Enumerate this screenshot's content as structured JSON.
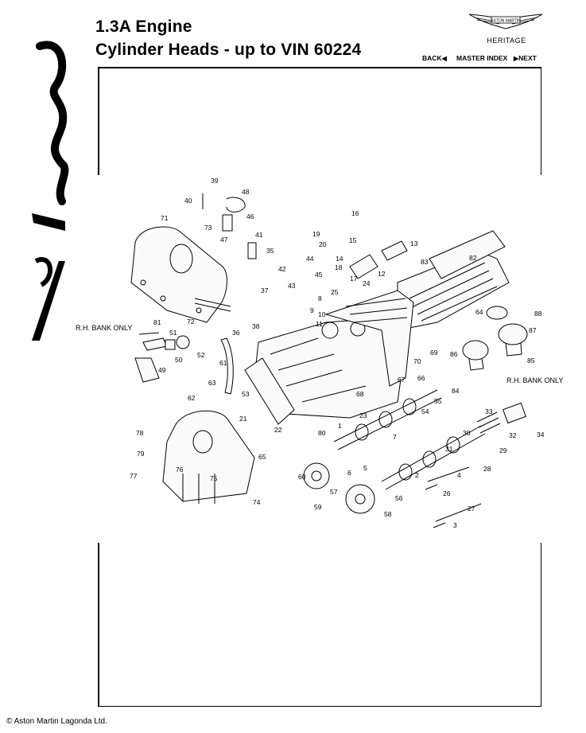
{
  "header": {
    "title_line1": "1.3A Engine",
    "title_line2": "Cylinder Heads - up to VIN 60224"
  },
  "brand": {
    "emblem_text": "ASTON MARTIN",
    "heritage": "HERITAGE",
    "side_logo_icon": "virage-script-logo"
  },
  "nav": {
    "back": "BACK",
    "master_index": "MASTER INDEX",
    "next": "NEXT"
  },
  "diagram": {
    "notes": [
      "R.H. BANK ONLY",
      "R.H. BANK ONLY"
    ],
    "callouts": [
      "1",
      "2",
      "3",
      "4",
      "5",
      "6",
      "7",
      "8",
      "9",
      "10",
      "11",
      "12",
      "13",
      "14",
      "15",
      "16",
      "17",
      "18",
      "19",
      "20",
      "21",
      "22",
      "23",
      "24",
      "25",
      "26",
      "27",
      "28",
      "29",
      "30",
      "31",
      "32",
      "33",
      "34",
      "35",
      "36",
      "37",
      "38",
      "39",
      "40",
      "41",
      "42",
      "43",
      "44",
      "45",
      "46",
      "47",
      "48",
      "49",
      "50",
      "51",
      "52",
      "53",
      "54",
      "55",
      "56",
      "57",
      "58",
      "59",
      "60",
      "61",
      "62",
      "63",
      "64",
      "65",
      "66",
      "67",
      "68",
      "69",
      "70",
      "71",
      "72",
      "73",
      "74",
      "75",
      "76",
      "77",
      "78",
      "79",
      "80",
      "81",
      "82",
      "83",
      "84",
      "85",
      "86",
      "87",
      "88"
    ]
  },
  "footer": {
    "copyright": "© Aston Martin Lagonda Ltd."
  }
}
